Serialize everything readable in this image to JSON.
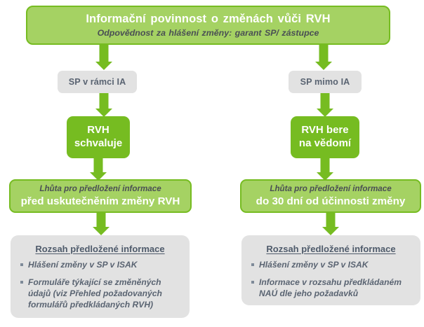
{
  "banner": {
    "title": "Informační povinnost  o změnách  vůči RVH",
    "subtitle": "Odpovědnost za hlášení změny: garant SP/ zástupce"
  },
  "colors": {
    "green_solid": "#76BC21",
    "green_light": "#A5D263",
    "gray_box": "#E2E2E2",
    "text_slate": "#5A6472",
    "text_dark": "#4A4F54",
    "white": "#FFFFFF"
  },
  "branches": [
    {
      "id": "left",
      "condition_label": "SP v rámci IA",
      "decision_line1": "RVH",
      "decision_line2": "schvaluje",
      "deadline_caption": "Lhůta pro předložení informace",
      "deadline_value": "před uskutečněním změny RVH",
      "panel_heading": "Rozsah předložené informace",
      "panel_items": [
        "Hlášení změny v SP v ISAK",
        "Formuláře  týkající se změněných údajů (viz Přehled  požadovaných formulářů  předkládaných  RVH)"
      ]
    },
    {
      "id": "right",
      "condition_label": "SP mimo IA",
      "decision_line1": "RVH bere",
      "decision_line2": "na vědomí",
      "deadline_caption": "Lhůta pro předložení informace",
      "deadline_value": "do 30 dní od  účinnosti změny",
      "panel_heading": "Rozsah předložené informace",
      "panel_items": [
        "Hlášení změny v SP v ISAK",
        "Informace v rozsahu předkládaném NAÚ dle jeho požadavků"
      ]
    }
  ]
}
